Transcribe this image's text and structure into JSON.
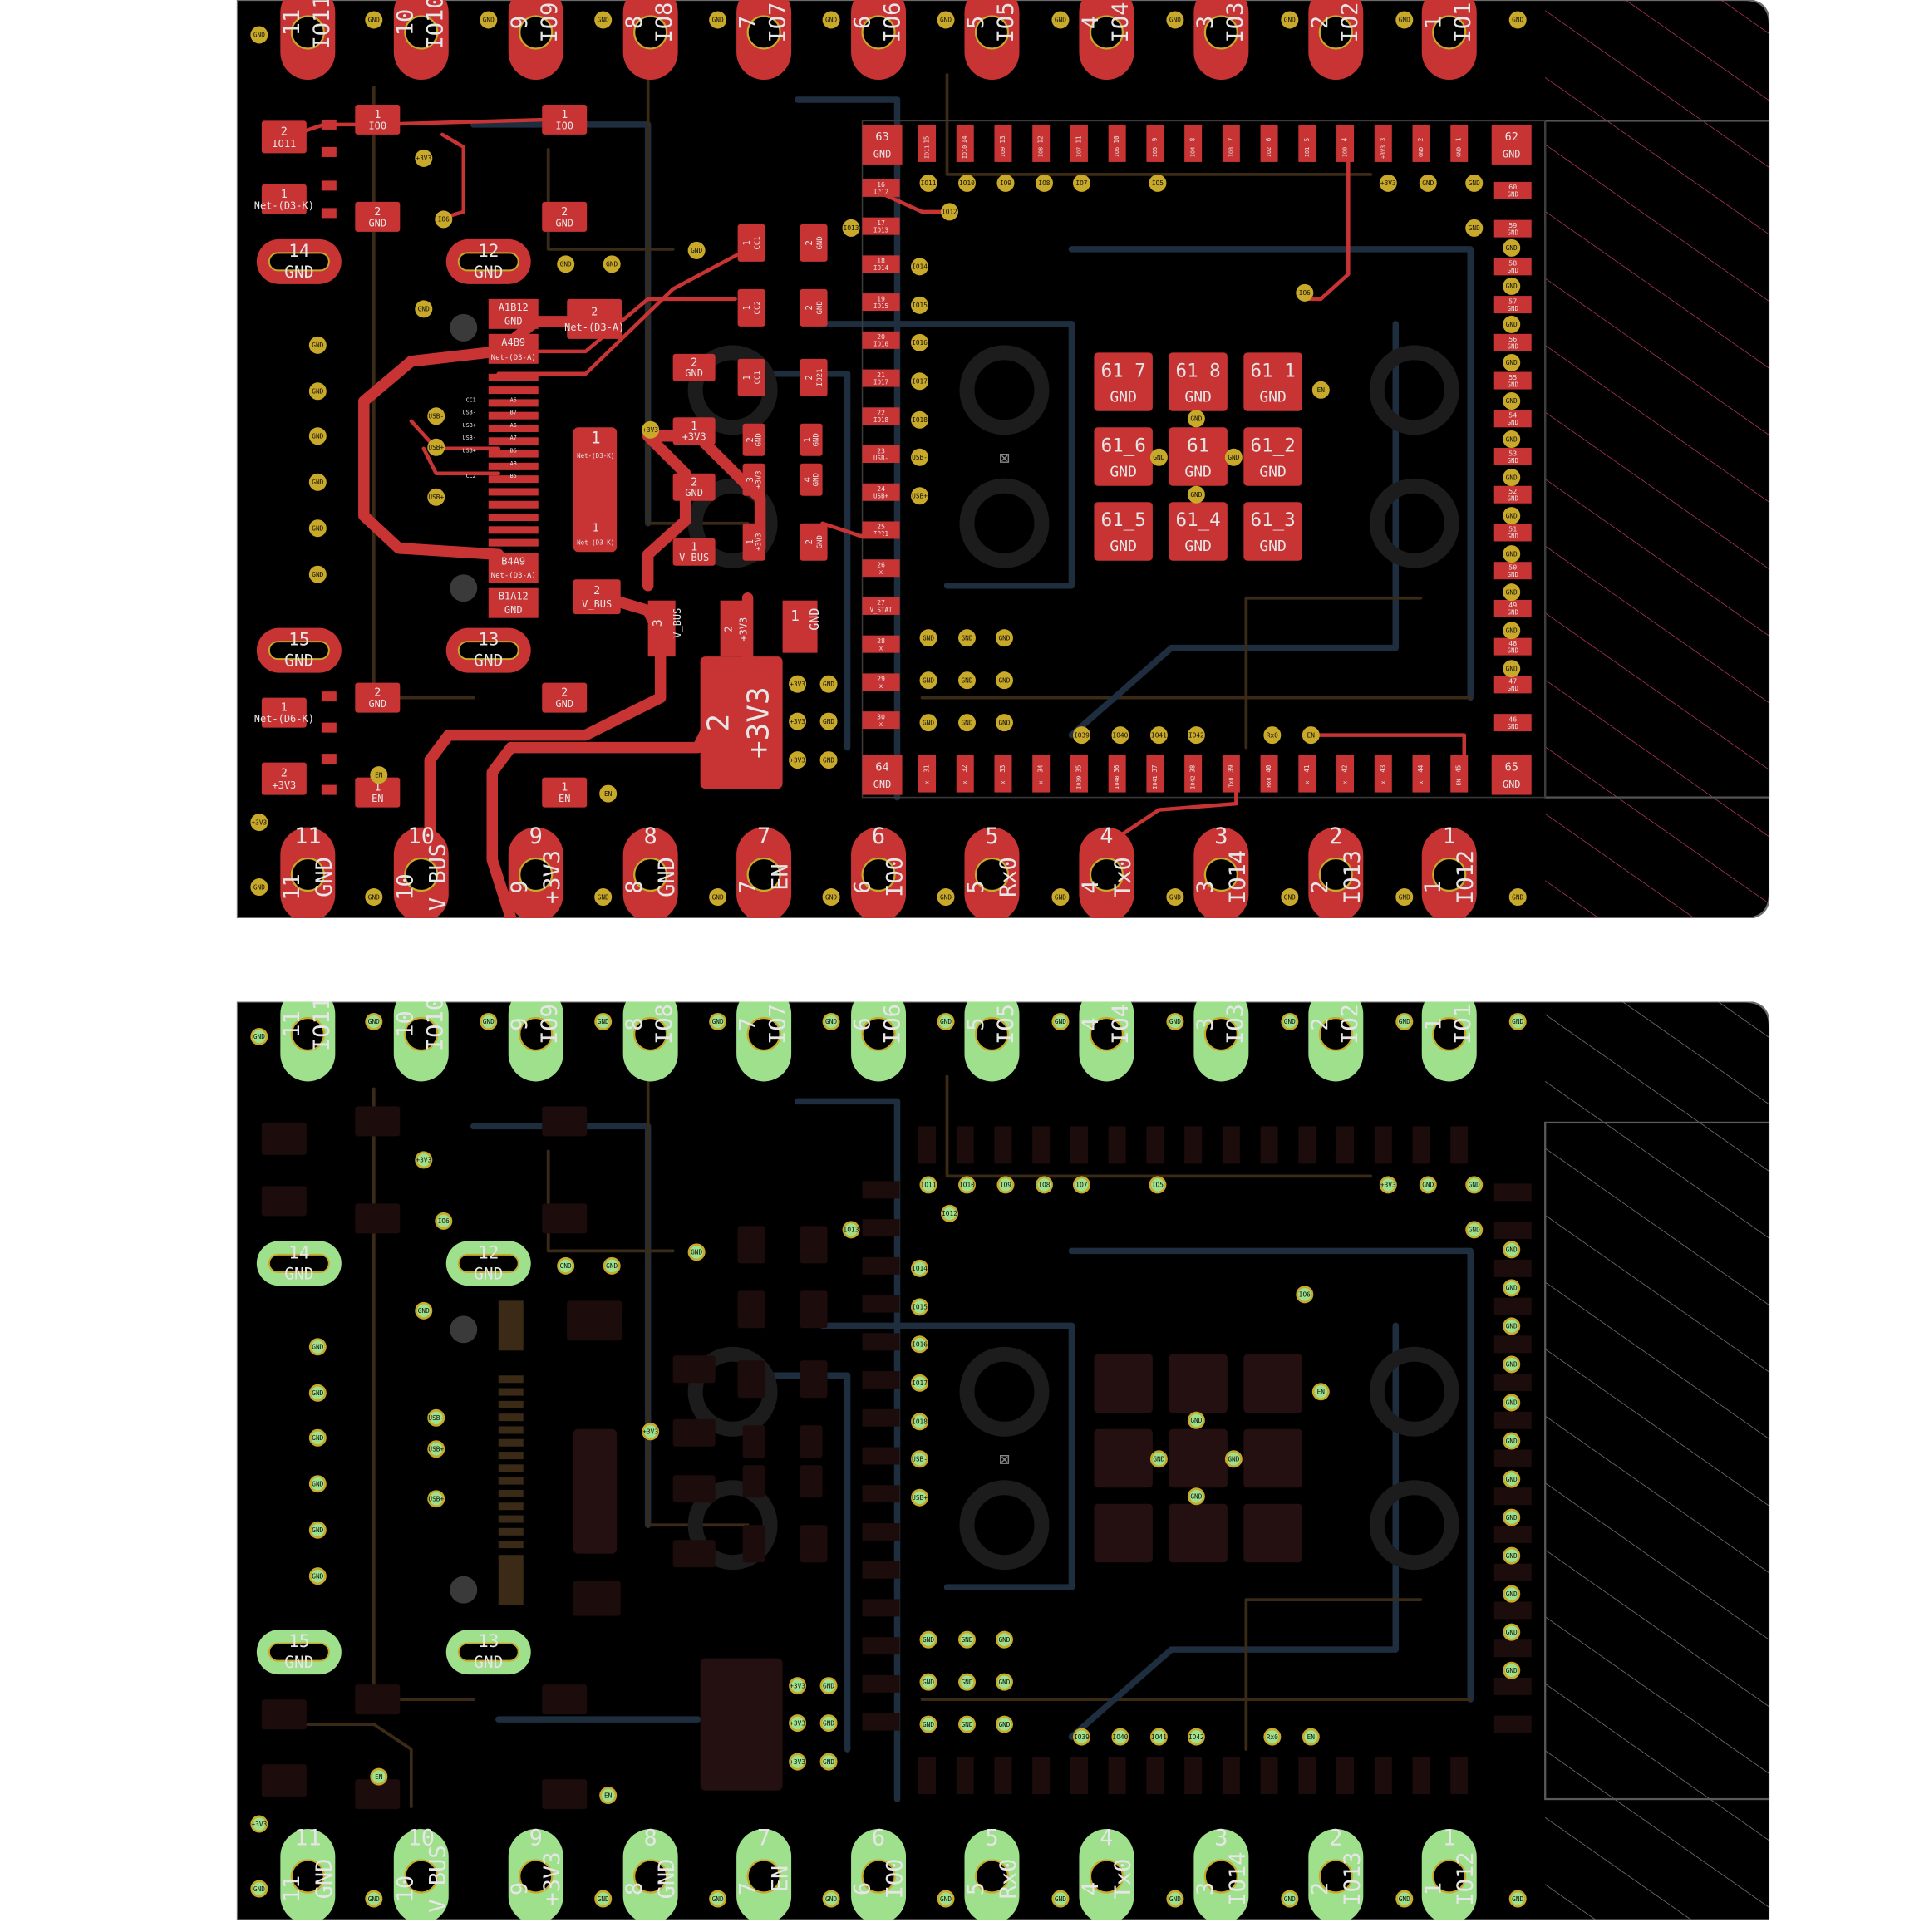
{
  "colors": {
    "background": "#ffffff",
    "board": "#000000",
    "outline": "#6b6b6b",
    "front_copper": "#c83434",
    "back_copper": "#47331f",
    "back_pad": "#9ee08c",
    "via_ring": "#c9a92a",
    "silk": "#e6e6e6",
    "hatch": "#e04a6a",
    "hatch_gray": "#6e6e6e",
    "inner_trace_a": "#1e2e3e",
    "inner_trace_b": "#3a2a16"
  },
  "top_header_numbers": [
    "11",
    "10",
    "9",
    "8",
    "7",
    "6",
    "5",
    "4",
    "3",
    "2",
    "1"
  ],
  "top_header_labels": [
    "IO11",
    "IO10",
    "IO9",
    "IO8",
    "IO7",
    "IO6",
    "IO5",
    "IO4",
    "IO3",
    "IO2",
    "IO1"
  ],
  "bottom_header_numbers": [
    "11",
    "10",
    "9",
    "8",
    "7",
    "6",
    "5",
    "4",
    "3",
    "2",
    "1"
  ],
  "bottom_header_labels": [
    "GND",
    "V_BUS",
    "+3V3",
    "GND",
    "EN",
    "IO0",
    "Rx0",
    "Tx0",
    "IO14",
    "IO13",
    "IO12"
  ],
  "gnd_via_label": "GND",
  "slots": [
    {
      "num": "14",
      "net": "GND"
    },
    {
      "num": "12",
      "net": "GND"
    },
    {
      "num": "15",
      "net": "GND"
    },
    {
      "num": "13",
      "net": "GND"
    }
  ],
  "module": {
    "corner_tl": {
      "num": "63",
      "net": "GND"
    },
    "corner_tr": {
      "num": "62",
      "net": "GND"
    },
    "corner_bl": {
      "num": "64",
      "net": "GND"
    },
    "corner_br": {
      "num": "65",
      "net": "GND"
    },
    "top_pins": [
      {
        "num": "15",
        "net": "IO11"
      },
      {
        "num": "14",
        "net": "IO10"
      },
      {
        "num": "13",
        "net": "IO9"
      },
      {
        "num": "12",
        "net": "IO8"
      },
      {
        "num": "11",
        "net": "IO7"
      },
      {
        "num": "10",
        "net": "IO6"
      },
      {
        "num": "9",
        "net": "IO5"
      },
      {
        "num": "8",
        "net": "IO4"
      },
      {
        "num": "7",
        "net": "IO3"
      },
      {
        "num": "6",
        "net": "IO2"
      },
      {
        "num": "5",
        "net": "IO1"
      },
      {
        "num": "4",
        "net": "IO0"
      },
      {
        "num": "3",
        "net": "+3V3"
      },
      {
        "num": "2",
        "net": "GND"
      },
      {
        "num": "1",
        "net": "GND"
      }
    ],
    "left_pins": [
      {
        "num": "16",
        "net": "IO12"
      },
      {
        "num": "17",
        "net": "IO13"
      },
      {
        "num": "18",
        "net": "IO14"
      },
      {
        "num": "19",
        "net": "IO15"
      },
      {
        "num": "20",
        "net": "IO16"
      },
      {
        "num": "21",
        "net": "IO17"
      },
      {
        "num": "22",
        "net": "IO18"
      },
      {
        "num": "23",
        "net": "USB-"
      },
      {
        "num": "24",
        "net": "USB+"
      },
      {
        "num": "25",
        "net": "IO21"
      },
      {
        "num": "26",
        "net": "x"
      },
      {
        "num": "27",
        "net": "V_STAT"
      },
      {
        "num": "28",
        "net": "x"
      },
      {
        "num": "29",
        "net": "x"
      },
      {
        "num": "30",
        "net": "x"
      }
    ],
    "bottom_pins": [
      {
        "num": "31",
        "net": "x"
      },
      {
        "num": "32",
        "net": "x"
      },
      {
        "num": "33",
        "net": "x"
      },
      {
        "num": "34",
        "net": "x"
      },
      {
        "num": "35",
        "net": "IO39"
      },
      {
        "num": "36",
        "net": "IO40"
      },
      {
        "num": "37",
        "net": "IO41"
      },
      {
        "num": "38",
        "net": "IO42"
      },
      {
        "num": "39",
        "net": "Tx0"
      },
      {
        "num": "40",
        "net": "Rx0"
      },
      {
        "num": "41",
        "net": "x"
      },
      {
        "num": "42",
        "net": "x"
      },
      {
        "num": "43",
        "net": "x"
      },
      {
        "num": "44",
        "net": "x"
      },
      {
        "num": "45",
        "net": "EN"
      }
    ],
    "right_pins": [
      {
        "num": "60",
        "net": "GND"
      },
      {
        "num": "59",
        "net": "GND"
      },
      {
        "num": "58",
        "net": "GND"
      },
      {
        "num": "57",
        "net": "GND"
      },
      {
        "num": "56",
        "net": "GND"
      },
      {
        "num": "55",
        "net": "GND"
      },
      {
        "num": "54",
        "net": "GND"
      },
      {
        "num": "53",
        "net": "GND"
      },
      {
        "num": "52",
        "net": "GND"
      },
      {
        "num": "51",
        "net": "GND"
      },
      {
        "num": "50",
        "net": "GND"
      },
      {
        "num": "49",
        "net": "GND"
      },
      {
        "num": "48",
        "net": "GND"
      },
      {
        "num": "47",
        "net": "GND"
      },
      {
        "num": "46",
        "net": "GND"
      }
    ],
    "thermal": [
      "61_7",
      "61_8",
      "61_1",
      "61_6",
      "61",
      "61_2",
      "61_5",
      "61_4",
      "61_3"
    ],
    "thermal_net": "GND"
  },
  "usb": {
    "a1b12": "A1B12",
    "a4b9": "A4B9",
    "b4a9": "B4A9",
    "b1a12": "B1A12",
    "gnd": "GND",
    "net_d3a": "Net-(D3-A)",
    "pins": [
      "A5",
      "B7",
      "A6",
      "A7",
      "B6",
      "A8",
      "B5"
    ],
    "pin_nets": [
      "CC1",
      "USB-",
      "USB+",
      "USB-",
      "USB+",
      "",
      "CC2"
    ]
  },
  "labels": {
    "io0": "IO0",
    "io11": "IO11",
    "io6": "IO6",
    "io21": "IO21",
    "gnd": "GND",
    "v3": "+3V3",
    "vbus": "V_BUS",
    "en": "EN",
    "cc1": "CC1",
    "cc2": "CC2",
    "usbm": "USB-",
    "usbp": "USB+",
    "d3k": "Net-(D3-K)",
    "d6k": "Net-(D6-K)",
    "d3a": "Net-(D3-A)",
    "txo": "Tx0",
    "rxo": "Rx0",
    "io1": "IO1",
    "io12": "IO12",
    "io13": "IO13",
    "io14": "IO14",
    "io15": "IO15",
    "io16": "IO16",
    "io17": "IO17",
    "io18": "IO18",
    "io7": "IO7",
    "io8": "IO8",
    "io9": "IO9",
    "io10": "IO10",
    "io5": "IO5",
    "io39": "IO39",
    "io40": "IO40",
    "io41": "IO41",
    "io42": "IO42",
    "n1": "1",
    "n2": "2",
    "n3": "3",
    "n4": "4"
  }
}
